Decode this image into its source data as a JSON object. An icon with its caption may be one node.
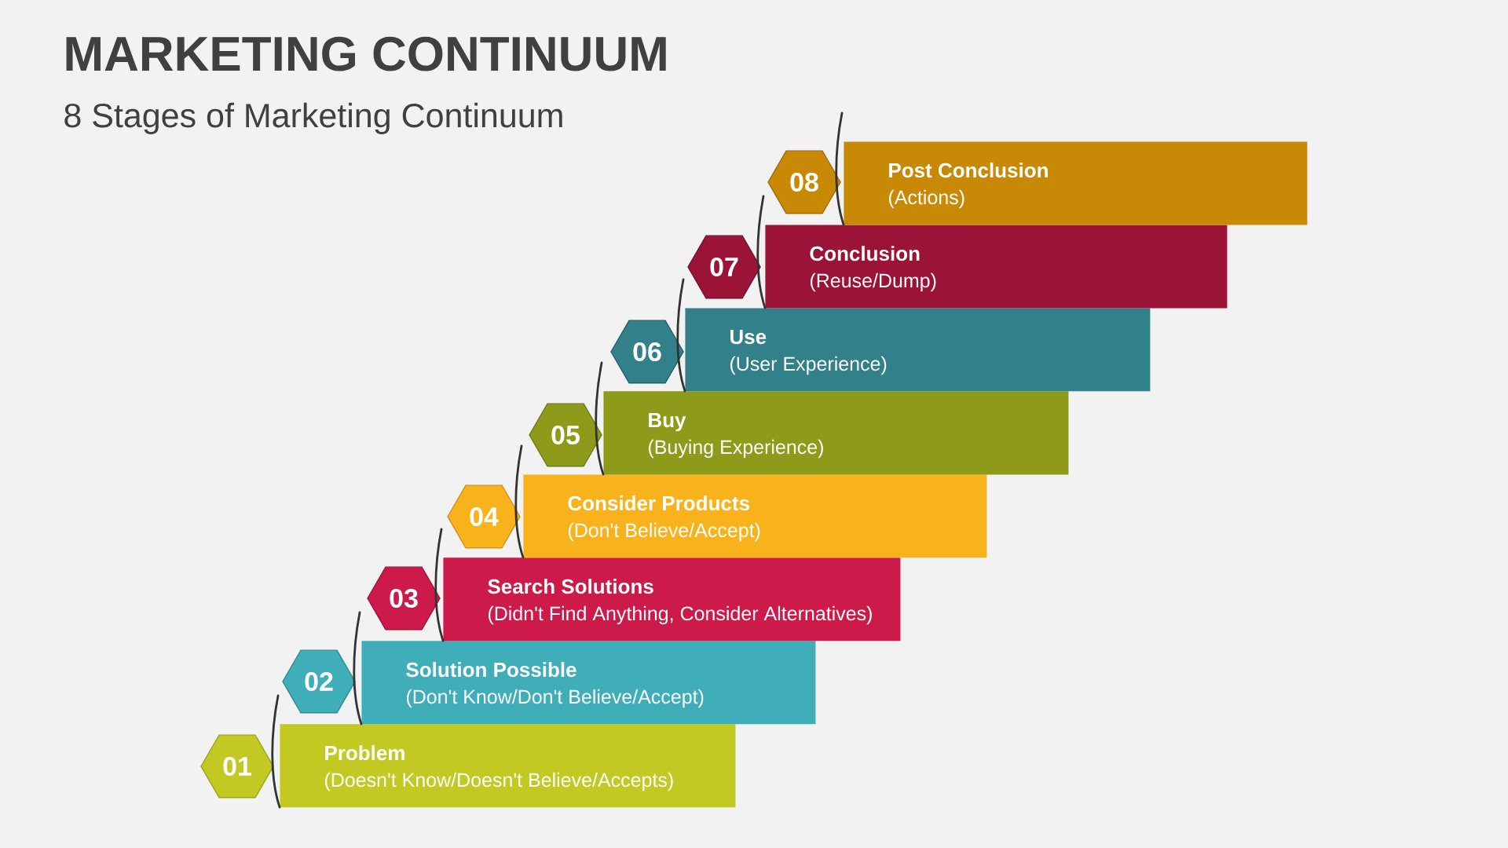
{
  "diagram": {
    "title": "MARKETING CONTINUUM",
    "nodes": [
      {
        "text": [
          "01"
        ]
      },
      {
        "text": [
          "Problem",
          "(Doesn't Know/Doesn't Believe/Accepts)"
        ]
      },
      {
        "text": [
          "02"
        ]
      },
      {
        "text": [
          "Solution Possible",
          "(Don't Know/Don't Believe/Accept)"
        ]
      },
      {
        "text": [
          "03"
        ]
      },
      {
        "text": [
          "Search Solutions",
          "(Didn't Find Anything, Consider Alternatives)"
        ]
      },
      {
        "text": [
          "04"
        ]
      },
      {
        "text": [
          "Consider Products",
          "(Don't Believe/Accept)"
        ]
      },
      {
        "text": [
          "05"
        ]
      },
      {
        "text": [
          "Buy",
          "(Buying Experience)"
        ]
      },
      {
        "text": [
          "06"
        ]
      },
      {
        "text": [
          "Use",
          "(User Experience)"
        ]
      },
      {
        "text": [
          "07"
        ]
      },
      {
        "text": [
          "Conclusion",
          "(Reuse/Dump)"
        ]
      },
      {
        "text": [
          "08"
        ]
      },
      {
        "text": [
          "Post Conclusion",
          "(Actions)"
        ]
      }
    ],
    "labels": [
      "8 Stages of Marketing Continuum"
    ]
  }
}
